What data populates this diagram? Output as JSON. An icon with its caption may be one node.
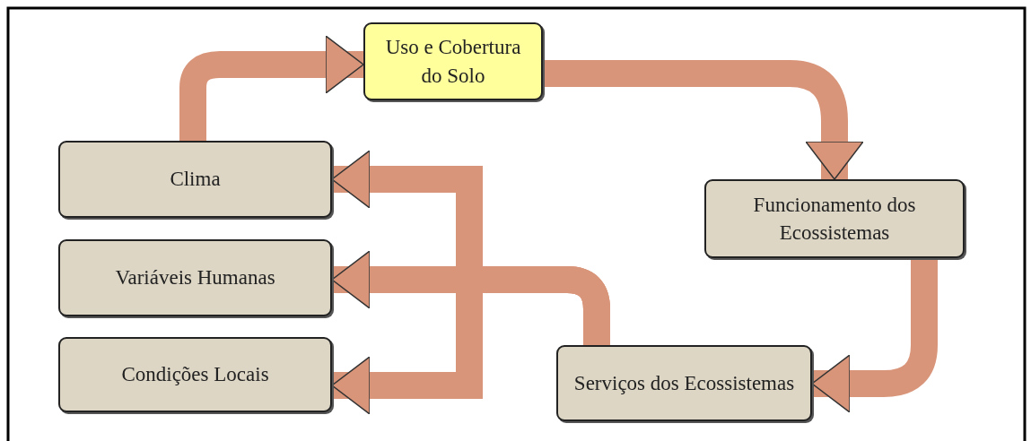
{
  "diagram": {
    "nodes": [
      {
        "text": [
          "Uso e Cobertura do Solo"
        ]
      },
      {
        "text": [
          "Clima"
        ]
      },
      {
        "text": [
          "Variáveis Humanas"
        ]
      },
      {
        "text": [
          "Condições Locais"
        ]
      },
      {
        "text": [
          "Funcionamento dos Ecossistemas"
        ]
      },
      {
        "text": [
          "Serviços dos Ecossistemas"
        ]
      }
    ],
    "edges": [
      {
        "from": 1,
        "to": 0,
        "arrow": "to"
      },
      {
        "from": 0,
        "to": 4,
        "arrow": "to"
      },
      {
        "from": 4,
        "to": 5,
        "arrow": "to"
      },
      {
        "from": 5,
        "to": 1,
        "arrow": "to"
      },
      {
        "from": 5,
        "to": 2,
        "arrow": "to"
      },
      {
        "from": 5,
        "to": 3,
        "arrow": "to"
      }
    ]
  }
}
